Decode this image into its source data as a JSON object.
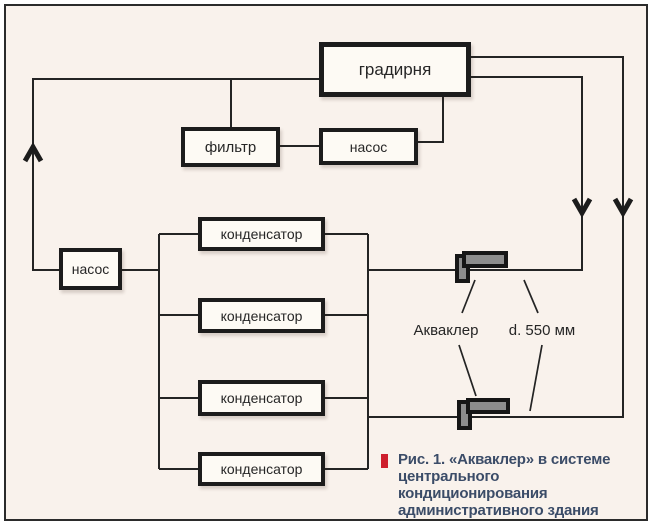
{
  "diagram": {
    "nodes": {
      "cooling_tower": "градирня",
      "filter": "фильтр",
      "pump_top": "насос",
      "pump_left": "насос",
      "condensers": [
        "конденсатор",
        "конденсатор",
        "конденсатор",
        "конденсатор"
      ]
    },
    "annotations": {
      "device_label": "Акваклер",
      "pipe_diameter": "d. 550 мм"
    },
    "caption": {
      "line1": "Рис. 1. «Акваклер» в системе",
      "line2": "центрального кондиционирования",
      "line3": "административного здания"
    },
    "colors": {
      "background": "#f9f2ec",
      "box_fill": "#fdfaf4",
      "line": "#242424",
      "device_fill": "#8d8d8d",
      "caption_text": "#3b4c68",
      "caption_bullet": "#ce1f2d"
    }
  }
}
